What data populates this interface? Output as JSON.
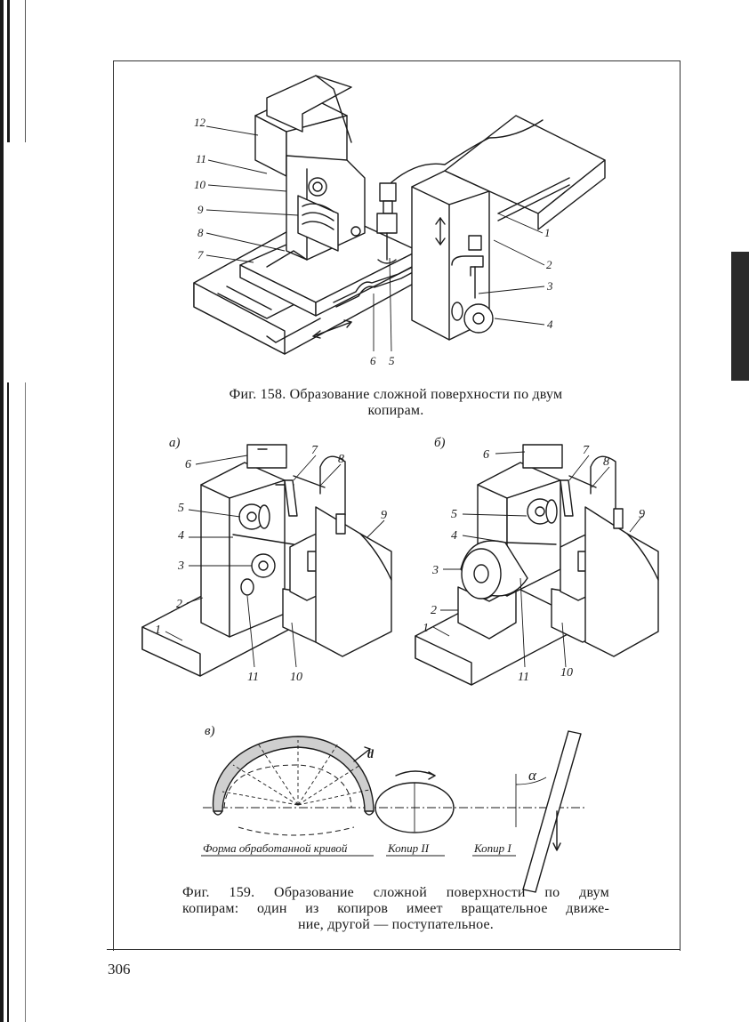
{
  "page": {
    "number": "306"
  },
  "fig158": {
    "caption_line1": "Фиг. 158. Образование сложной поверхности по двум",
    "caption_line2": "копирам.",
    "labels": [
      "1",
      "2",
      "3",
      "4",
      "5",
      "6",
      "7",
      "8",
      "9",
      "10",
      "11",
      "12"
    ]
  },
  "fig159": {
    "panel_a": {
      "tag": "а)",
      "labels": [
        "1",
        "2",
        "3",
        "4",
        "5",
        "6",
        "7",
        "8",
        "9",
        "10",
        "11"
      ]
    },
    "panel_b": {
      "tag": "б)",
      "labels": [
        "1",
        "2",
        "3",
        "4",
        "5",
        "6",
        "7",
        "8",
        "9",
        "10",
        "11"
      ]
    },
    "panel_v": {
      "tag": "в)",
      "dimension_d": "d",
      "angle_alpha": "α",
      "label_curve": "Форма обработанной кривой",
      "label_copier2": "Копир II",
      "label_copier1": "Копир I"
    },
    "caption_line1": "Фиг. 159. Образование сложной поверхности по двум",
    "caption_line2": "копирам: один из копиров имеет вращательное движе-",
    "caption_line3": "ние, другой — поступательное."
  }
}
